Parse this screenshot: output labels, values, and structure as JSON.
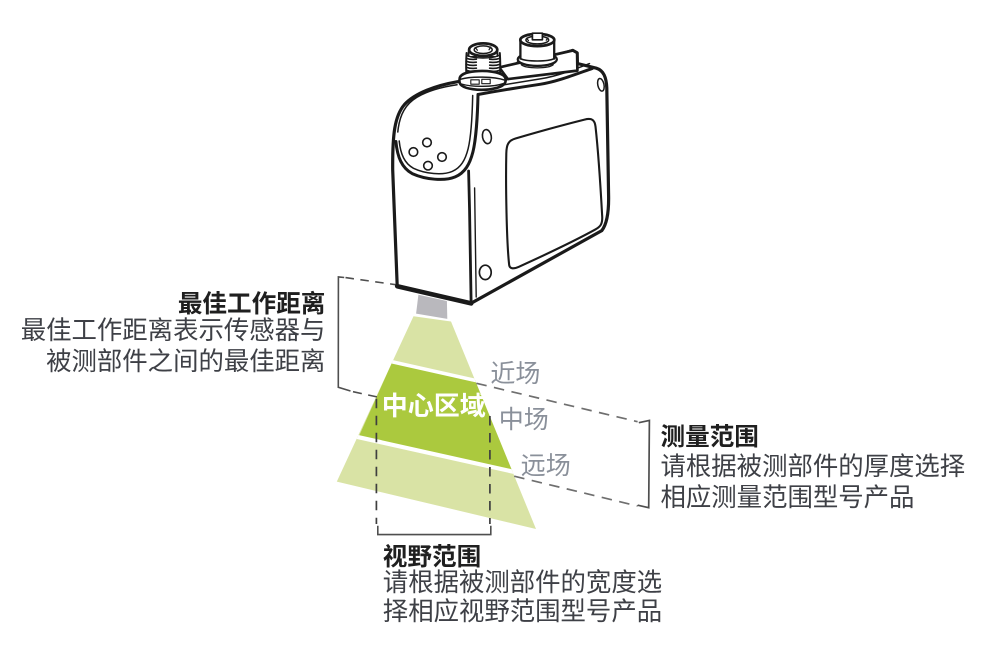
{
  "figure": {
    "type": "sensor-measurement-diagram",
    "background": "#ffffff",
    "colors": {
      "beam_light": "#d9e3a5",
      "beam_dark": "#abc93e",
      "emitter_gray": "#b9b8bd",
      "field_label_gray": "#8a909a",
      "body_text": "#3e4046",
      "heading_text": "#1f1f1f",
      "line_art": "#1a1a1a",
      "dash_gray": "#6f6f6f",
      "bracket_gray": "#4f4f4f"
    },
    "labels": {
      "optimal_distance": {
        "title": "最佳工作距离",
        "line1": "最佳工作距离表示传感器与",
        "line2": "被测部件之间的最佳距离"
      },
      "center_zone": "中心区域",
      "near_field": "近场",
      "mid_field": "中场",
      "far_field": "远场",
      "measuring_range": {
        "title": "测量范围",
        "line1": "请根据被测部件的厚度选择",
        "line2": "相应测量范围型号产品"
      },
      "field_of_view": {
        "title": "视野范围",
        "line1": "请根据被测部件的宽度选",
        "line2": "择相应视野范围型号产品"
      }
    }
  }
}
